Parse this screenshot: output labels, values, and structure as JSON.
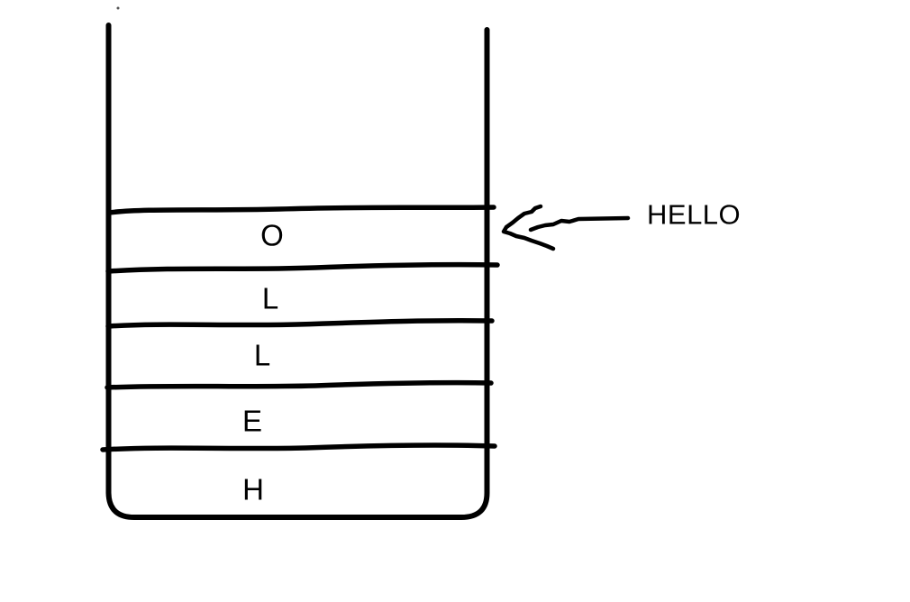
{
  "canvas": {
    "background_color": "#ffffff",
    "ink_color": "#000000"
  },
  "stack": {
    "description": "Open-top container divided into five levels, letters read bottom-to-top as HELLO",
    "items_top_to_bottom": [
      {
        "label": "O"
      },
      {
        "label": "L"
      },
      {
        "label": "L"
      },
      {
        "label": "E"
      },
      {
        "label": "H"
      }
    ]
  },
  "annotation": {
    "label": "HELLO"
  }
}
